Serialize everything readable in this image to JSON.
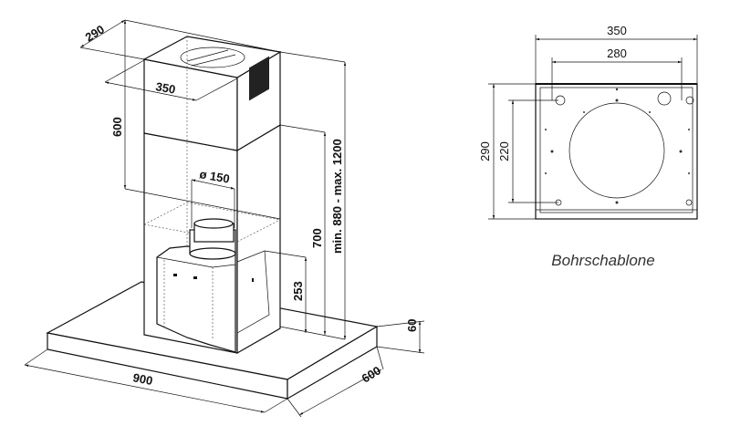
{
  "hood_drawing": {
    "dim_chimney_depth": "290",
    "dim_chimney_width": "350",
    "dim_chimney_upper_height": "600",
    "dim_duct_diameter": "ø 150",
    "dim_lower_height": "700",
    "dim_total_height": "min. 880 - max. 1200",
    "dim_motor_height": "253",
    "dim_canopy_thickness": "60",
    "dim_canopy_width": "900",
    "dim_canopy_depth": "600"
  },
  "template_drawing": {
    "dim_outer_width": "350",
    "dim_hole_spacing_x": "280",
    "dim_outer_height": "290",
    "dim_hole_spacing_y": "220",
    "caption": "Bohrschablone"
  }
}
